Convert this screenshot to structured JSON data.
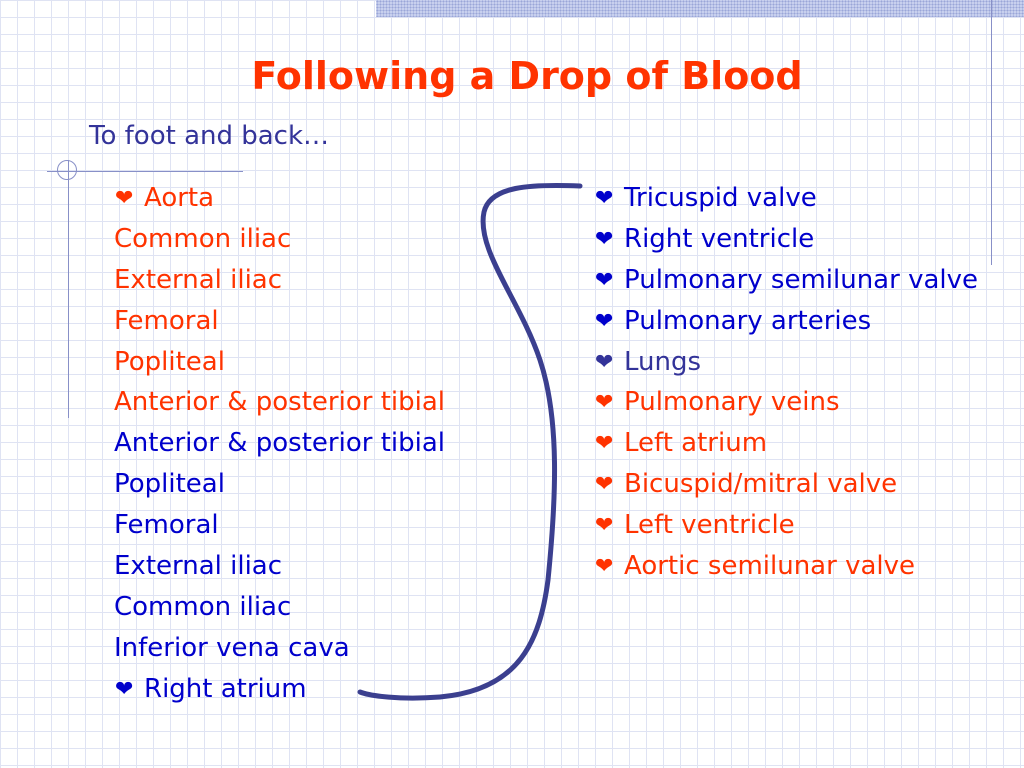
{
  "slide": {
    "title": "Following a Drop of Blood",
    "subtitle": "To foot and back…"
  },
  "colors": {
    "red": "#ff3300",
    "blue": "#0000cc",
    "navy": "#333399",
    "bracket": "#3b3f8f"
  },
  "bullet_glyph": "❤",
  "left_items": [
    {
      "text": "Aorta",
      "color": "#ff3300",
      "heart": true
    },
    {
      "text": "Common iliac",
      "color": "#ff3300",
      "heart": false
    },
    {
      "text": "External iliac",
      "color": "#ff3300",
      "heart": false
    },
    {
      "text": "Femoral",
      "color": "#ff3300",
      "heart": false
    },
    {
      "text": "Popliteal",
      "color": "#ff3300",
      "heart": false
    },
    {
      "text": "Anterior & posterior tibial",
      "color": "#ff3300",
      "heart": false
    },
    {
      "text": "Anterior & posterior tibial",
      "color": "#0000cc",
      "heart": false
    },
    {
      "text": "Popliteal",
      "color": "#0000cc",
      "heart": false
    },
    {
      "text": "Femoral",
      "color": "#0000cc",
      "heart": false
    },
    {
      "text": "External iliac",
      "color": "#0000cc",
      "heart": false
    },
    {
      "text": "Common iliac",
      "color": "#0000cc",
      "heart": false
    },
    {
      "text": "Inferior vena cava",
      "color": "#0000cc",
      "heart": false
    },
    {
      "text": "Right atrium",
      "color": "#0000cc",
      "heart": true
    }
  ],
  "right_items": [
    {
      "text": "Tricuspid valve",
      "color": "#0000cc",
      "heart": true
    },
    {
      "text": "Right ventricle",
      "color": "#0000cc",
      "heart": true
    },
    {
      "text": "Pulmonary semilunar valve",
      "color": "#0000cc",
      "heart": true
    },
    {
      "text": "Pulmonary arteries",
      "color": "#0000cc",
      "heart": true
    },
    {
      "text": "Lungs",
      "color": "#333399",
      "heart": true
    },
    {
      "text": "Pulmonary veins",
      "color": "#ff3300",
      "heart": true
    },
    {
      "text": "Left atrium",
      "color": "#ff3300",
      "heart": true
    },
    {
      "text": "Bicuspid/mitral valve",
      "color": "#ff3300",
      "heart": true
    },
    {
      "text": "Left ventricle",
      "color": "#ff3300",
      "heart": true
    },
    {
      "text": "Aortic semilunar valve",
      "color": "#ff3300",
      "heart": true
    }
  ]
}
